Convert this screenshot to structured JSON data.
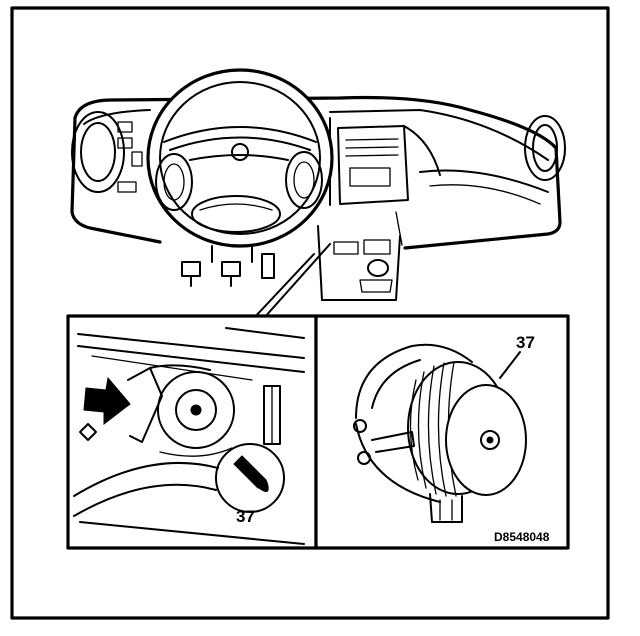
{
  "figure": {
    "inset_left_label": "37",
    "inset_right_label": "37",
    "figure_code": "D8548048"
  }
}
